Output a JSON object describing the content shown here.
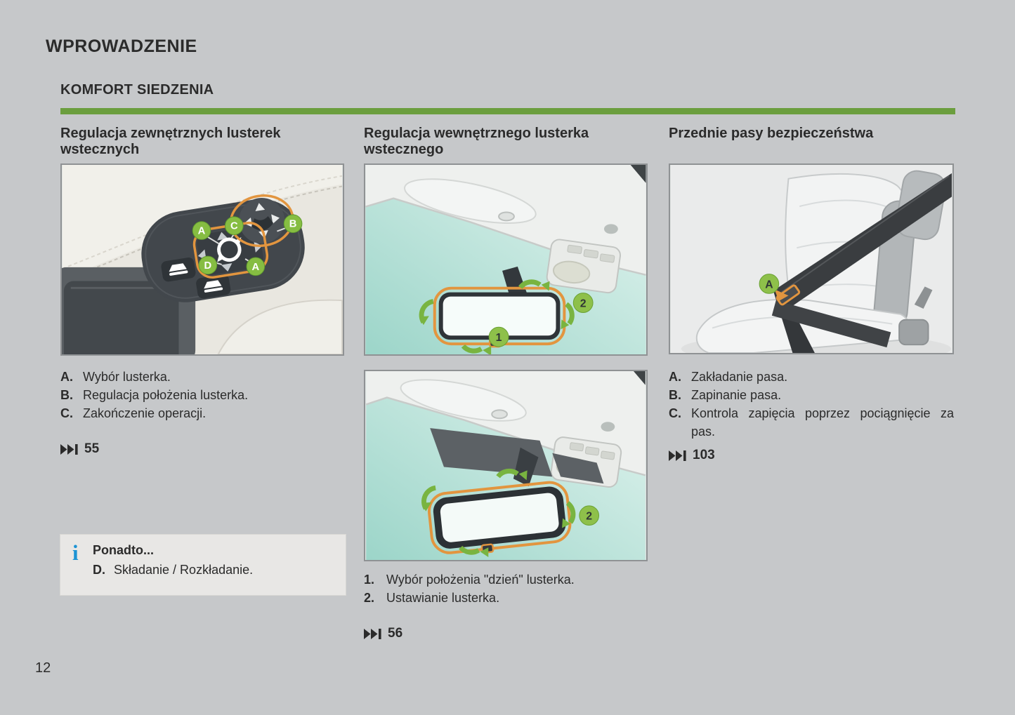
{
  "page": {
    "title": "WPROWADZENIE",
    "section": "KOMFORT SIEDZENIA",
    "page_number": "12"
  },
  "colors": {
    "page_background": "#c6c8ca",
    "accent_green_bar": "#6b9e3e",
    "badge_green": "#86bd42",
    "highlight_orange": "#e2953f",
    "info_blue": "#1b93d4",
    "text": "#2b2b2b"
  },
  "icons": {
    "info_glyph": "i",
    "page_ref_icon": "skip-forward-icon"
  },
  "columns": [
    {
      "heading": "Regulacja zewnętrznych lusterek wstecznych",
      "images": [
        {
          "badges": [
            "A",
            "C",
            "B",
            "D",
            "A"
          ]
        }
      ],
      "items": [
        {
          "label": "A.",
          "text": "Wybór lusterka."
        },
        {
          "label": "B.",
          "text": "Regulacja położenia lusterka."
        },
        {
          "label": "C.",
          "text": "Zakończenie operacji."
        }
      ],
      "page_ref": "55",
      "note": {
        "title": "Ponadto...",
        "item": {
          "label": "D.",
          "text": "Składanie / Rozkładanie."
        }
      }
    },
    {
      "heading": "Regulacja wewnętrznego lusterka wstecznego",
      "images": [
        {
          "badges": [
            "1",
            "2"
          ]
        },
        {
          "badges": [
            "2"
          ]
        }
      ],
      "items": [
        {
          "label": "1.",
          "text": "Wybór położenia \"dzień\" lusterka."
        },
        {
          "label": "2.",
          "text": "Ustawianie lusterka."
        }
      ],
      "page_ref": "56"
    },
    {
      "heading": "Przednie pasy bezpieczeństwa",
      "images": [
        {
          "badges": [
            "A"
          ]
        }
      ],
      "items": [
        {
          "label": "A.",
          "text": "Zakładanie pasa."
        },
        {
          "label": "B.",
          "text": "Zapinanie pasa."
        },
        {
          "label": "C.",
          "text": "Kontrola zapięcia poprzez pocią­gnięcie za pas."
        }
      ],
      "page_ref": "103"
    }
  ]
}
